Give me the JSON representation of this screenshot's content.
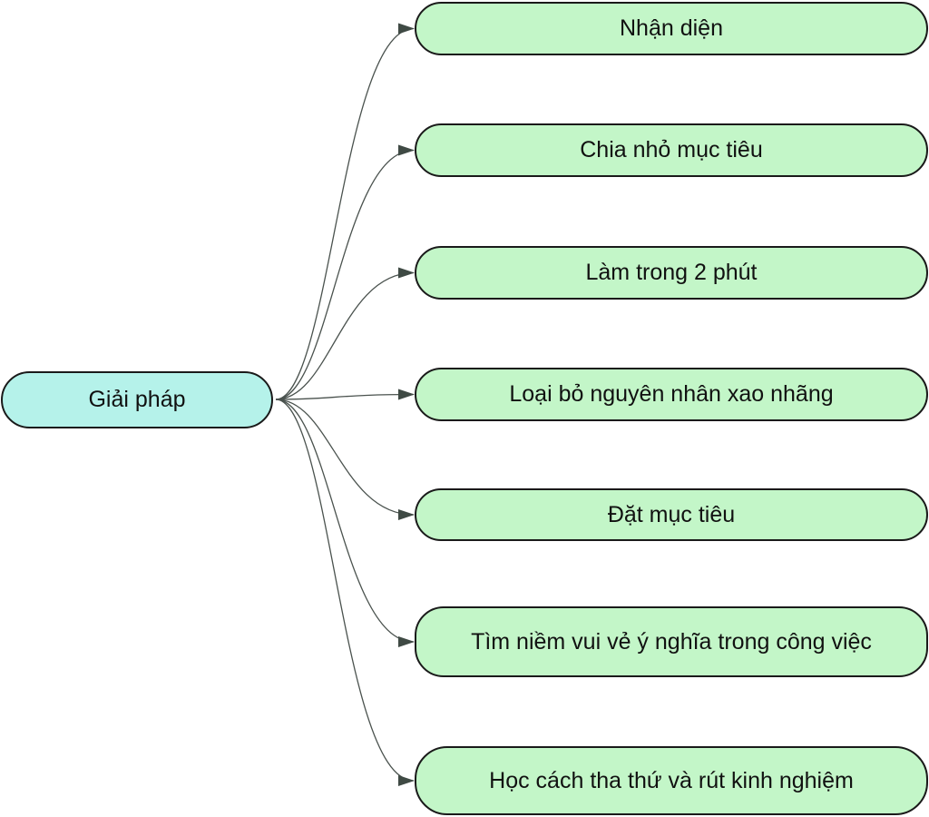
{
  "root": {
    "label": "Giải pháp"
  },
  "children": [
    {
      "label": "Nhận diện"
    },
    {
      "label": "Chia nhỏ mục tiêu"
    },
    {
      "label": "Làm trong 2 phút"
    },
    {
      "label": "Loại bỏ nguyên nhân xao nhãng"
    },
    {
      "label": "Đặt mục tiêu"
    },
    {
      "label": "Tìm niềm vui vẻ ý nghĩa trong công việc"
    },
    {
      "label": "Học cách tha thứ và rút kinh nghiệm"
    }
  ],
  "colors": {
    "root": "#b5f2ea",
    "child": "#c3f6c8",
    "edge": "#4a524e"
  }
}
